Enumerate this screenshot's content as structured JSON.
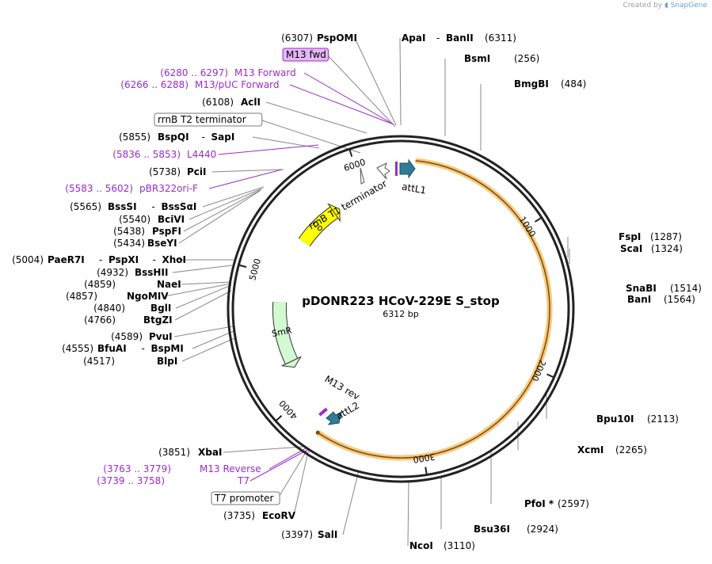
{
  "watermark": {
    "prefix": "Created by",
    "logo": "SnapGene"
  },
  "map": {
    "name": "pDONR223 HCoV-229E S_stop",
    "size_label": "6312 bp",
    "length": 6312
  },
  "ticks": [
    {
      "label": "1000",
      "pos": 1000
    },
    {
      "label": "2000",
      "pos": 2000
    },
    {
      "label": "3000",
      "pos": 3000
    },
    {
      "label": "4000",
      "pos": 4000
    },
    {
      "label": "5000",
      "pos": 5000
    },
    {
      "label": "6000",
      "pos": 6000
    }
  ],
  "features": [
    {
      "name": "orf-arc",
      "label": "",
      "start": 100,
      "end": 3750,
      "kind": "orf"
    },
    {
      "name": "smr",
      "label": "SmR",
      "start": 4790,
      "end": 4230,
      "kind": "arrow",
      "color": "#d2f9d2"
    },
    {
      "name": "ori",
      "label": "ori",
      "start": 5340,
      "end": 5760,
      "kind": "arrow",
      "color": "#ffff00"
    },
    {
      "name": "rrnb-t1",
      "label": "rrnB T1 terminator",
      "start": 6070,
      "end": 6150,
      "kind": "term"
    },
    {
      "name": "attl1",
      "label": "attL1",
      "start": 6300,
      "end": 80,
      "kind": "arrow",
      "color": "#317b96"
    },
    {
      "name": "attl2",
      "label": "attL2",
      "start": 3850,
      "end": 3800,
      "kind": "arrow",
      "color": "#317b96"
    },
    {
      "name": "m13rev",
      "label": "M13 rev",
      "start": 3760,
      "end": 3740,
      "kind": "primer"
    }
  ],
  "labels_left": [
    {
      "pos": "(6307)",
      "name": "PspOMI"
    },
    {
      "pos": "",
      "name": "M13 fwd",
      "boxed": true,
      "primer": true
    },
    {
      "pos": "(6280 .. 6297)",
      "name": "M13 Forward",
      "primer_text": true
    },
    {
      "pos": "(6266 .. 6288)",
      "name": "M13/pUC Forward",
      "primer_text": true
    },
    {
      "pos": "(6108)",
      "name": "AclI"
    },
    {
      "pos": "",
      "name": "rrnB T2 terminator",
      "boxed": true
    },
    {
      "pos": "(5855)",
      "name": "BspQI",
      "extra": "SapI"
    },
    {
      "pos": "(5836 .. 5853)",
      "name": "L4440",
      "primer_text": true
    },
    {
      "pos": "(5738)",
      "name": "PciI"
    },
    {
      "pos": "(5583 .. 5602)",
      "name": "pBR322ori-F",
      "primer_text": true
    },
    {
      "pos": "(5565)",
      "name": "BssSI",
      "extra": "BssSαI"
    },
    {
      "pos": "(5540)",
      "name": "BciVI"
    },
    {
      "pos": "(5438)",
      "name": "PspFI"
    },
    {
      "pos": "(5434)",
      "name": "BseYI"
    },
    {
      "pos": "(5004)",
      "name": "PaeR7I",
      "extra": "PspXI",
      "extra2": "XhoI"
    },
    {
      "pos": "(4932)",
      "name": "BssHII"
    },
    {
      "pos": "(4859)",
      "name": "NaeI"
    },
    {
      "pos": "(4857)",
      "name": "NgoMIV"
    },
    {
      "pos": "(4840)",
      "name": "BglI"
    },
    {
      "pos": "(4766)",
      "name": "BtgZI"
    },
    {
      "pos": "(4589)",
      "name": "PvuI"
    },
    {
      "pos": "(4555)",
      "name": "BfuAI",
      "extra": "BspMI"
    },
    {
      "pos": "(4517)",
      "name": "BlpI"
    },
    {
      "pos": "(3851)",
      "name": "XbaI"
    },
    {
      "pos": "(3763 .. 3779)",
      "name": "M13 Reverse",
      "primer_text": true
    },
    {
      "pos": "(3739 .. 3758)",
      "name": "T7",
      "primer_text": true
    },
    {
      "pos": "",
      "name": "T7 promoter",
      "boxed": true
    },
    {
      "pos": "(3735)",
      "name": "EcoRV"
    },
    {
      "pos": "(3397)",
      "name": "SalI"
    }
  ],
  "labels_right": [
    {
      "pos": "(6311)",
      "name": "ApaI",
      "extra": "BanII"
    },
    {
      "pos": "(256)",
      "name": "BsmI"
    },
    {
      "pos": "(484)",
      "name": "BmgBI"
    },
    {
      "pos": "(1287)",
      "name": "FspI"
    },
    {
      "pos": "(1324)",
      "name": "ScaI"
    },
    {
      "pos": "(1514)",
      "name": "SnaBI"
    },
    {
      "pos": "(1564)",
      "name": "BanI"
    },
    {
      "pos": "(2113)",
      "name": "Bpu10I"
    },
    {
      "pos": "(2265)",
      "name": "XcmI"
    },
    {
      "pos": "(2597)",
      "name": "PfoI *"
    },
    {
      "pos": "(2924)",
      "name": "Bsu36I"
    },
    {
      "pos": "(3110)",
      "name": "NcoI"
    }
  ],
  "colors": {
    "primer": "#9b2cc9",
    "primer_box_fill": "#e3b8f5",
    "orf_glow": "#f7c97a",
    "orf_line": "#7a4a10",
    "backbone": "#222222",
    "leader_line": "#888888"
  }
}
